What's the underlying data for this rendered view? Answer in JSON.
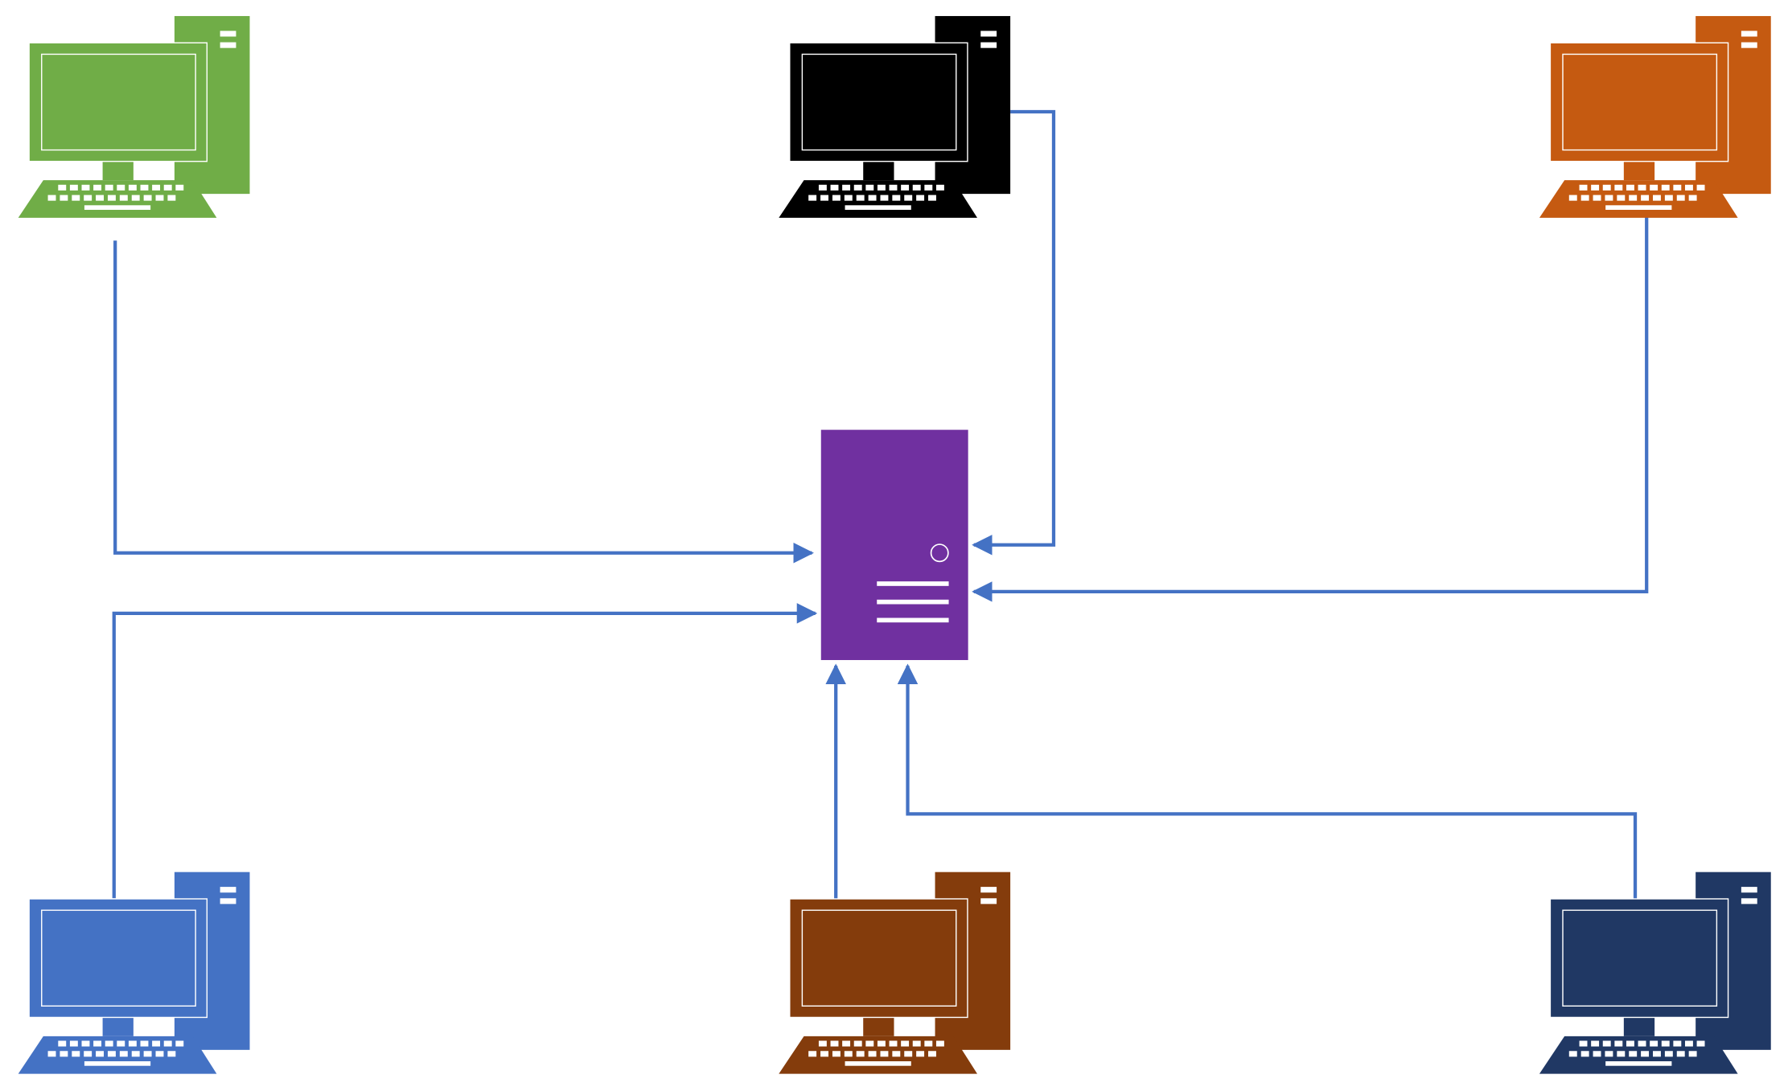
{
  "colors": {
    "connector": "#4472C4",
    "screen_border": "#FFFFFF",
    "key": "#FFFFFF"
  },
  "server": {
    "icon": "server-tower-icon",
    "color": "#7030A0"
  },
  "computers": [
    {
      "id": "top-left",
      "icon": "desktop-computer-icon",
      "color": "#70AD47"
    },
    {
      "id": "top-center",
      "icon": "desktop-computer-icon",
      "color": "#000000"
    },
    {
      "id": "top-right",
      "icon": "desktop-computer-icon",
      "color": "#C55A11"
    },
    {
      "id": "bottom-left",
      "icon": "desktop-computer-icon",
      "color": "#4472C4"
    },
    {
      "id": "bottom-center",
      "icon": "desktop-computer-icon",
      "color": "#843C0C"
    },
    {
      "id": "bottom-right",
      "icon": "desktop-computer-icon",
      "color": "#203864"
    }
  ],
  "connections": [
    {
      "from": "top-left",
      "to": "server"
    },
    {
      "from": "top-center",
      "to": "server"
    },
    {
      "from": "top-right",
      "to": "server"
    },
    {
      "from": "bottom-left",
      "to": "server"
    },
    {
      "from": "bottom-center",
      "to": "server"
    },
    {
      "from": "bottom-right",
      "to": "server"
    }
  ]
}
